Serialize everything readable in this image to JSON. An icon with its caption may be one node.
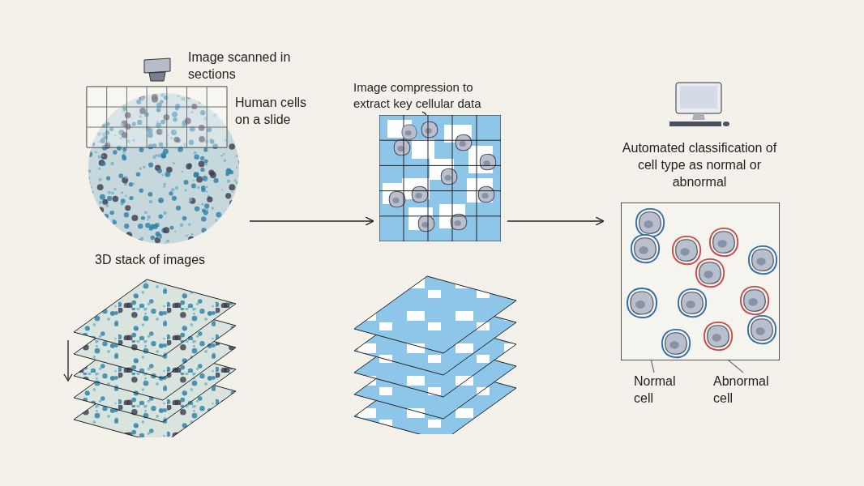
{
  "diagram": {
    "nodes": [
      {
        "text": [],
        "shape": "picture"
      },
      {
        "text": [],
        "shape": "picture"
      },
      {
        "text": [
          "Automated classification of cell type as normal or abnormal"
        ]
      },
      {
        "text": [
          "Image compression to extract key cellular data"
        ]
      },
      {
        "text": [],
        "shape": "picture",
        "in": 1
      },
      {
        "text": [
          "Normal cell"
        ]
      },
      {
        "text": [],
        "shape": "picture",
        "in": 2
      },
      {
        "text": [
          "Abnormal cell"
        ]
      },
      {
        "text": [],
        "shape": "picture",
        "in": 2
      }
    ],
    "edges": [
      {
        "from": 0,
        "to": 1,
        "arrow": "to"
      },
      {
        "from": 1,
        "to": 2,
        "arrow": "to"
      },
      {
        "from": 3,
        "to": 4,
        "arrow": "to"
      },
      {
        "from": 5,
        "to": 6,
        "arrow": "none"
      },
      {
        "from": 7,
        "to": 8,
        "arrow": "none"
      }
    ],
    "labels": [
      "Image scanned in sections",
      "Human cells on a slide",
      "3D stack of images"
    ]
  }
}
